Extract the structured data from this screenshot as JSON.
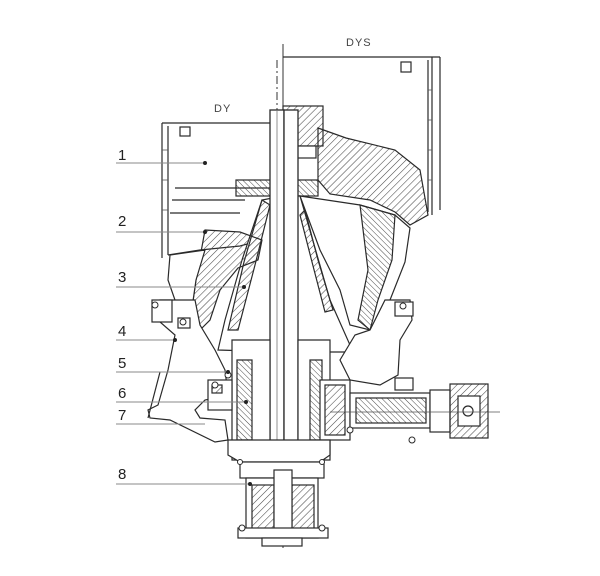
{
  "labels": {
    "top_right": "DYS",
    "top_left": "DY"
  },
  "callouts": [
    "1",
    "2",
    "3",
    "4",
    "5",
    "6",
    "7",
    "8"
  ],
  "colors": {
    "line": "#2a2a2a",
    "hatch": "#555555",
    "leader": "#8a8a8a"
  }
}
